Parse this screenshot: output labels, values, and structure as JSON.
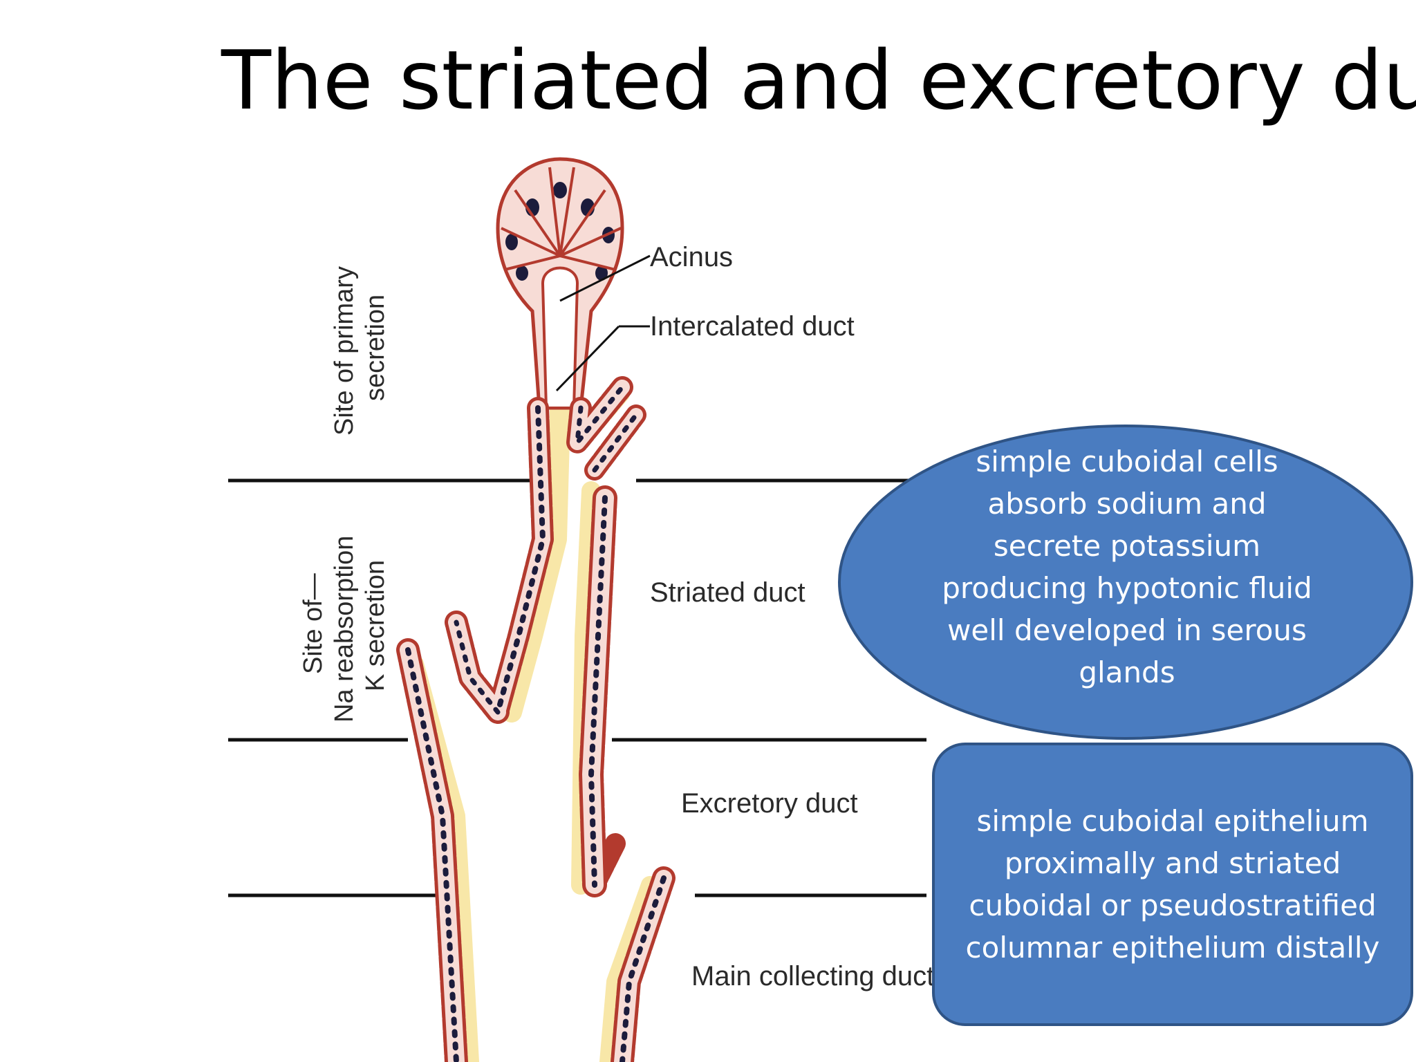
{
  "slide": {
    "title": "The striated and excretory duct"
  },
  "diagram": {
    "labels": {
      "acinus": "Acinus",
      "intercalated": "Intercalated duct",
      "striated": "Striated duct",
      "excretory": "Excretory duct",
      "main_collecting": "Main collecting duct"
    },
    "side_labels": {
      "primary_line1": "Site of primary",
      "primary_line2": "secretion",
      "na_line1": "Site of—",
      "na_line2": "Na reabsorption",
      "na_line3": "K secretion"
    }
  },
  "callouts": {
    "ellipse_lines": [
      "simple cuboidal cells",
      "absorb sodium and",
      "secrete potassium",
      "producing hypotonic fluid",
      "well developed in serous",
      "glands"
    ],
    "box_lines": [
      "simple cuboidal epithelium",
      "proximally and striated",
      "cuboidal or pseudostratified",
      "columnar epithelium distally"
    ]
  },
  "colors": {
    "callout_fill": "#4a7cc0",
    "callout_border": "#2f5486",
    "cell_outline": "#b33a2e",
    "cell_fill": "#f7dcd6",
    "nucleus": "#1c1c3c",
    "lumen_glow": "#f8e7a8"
  }
}
